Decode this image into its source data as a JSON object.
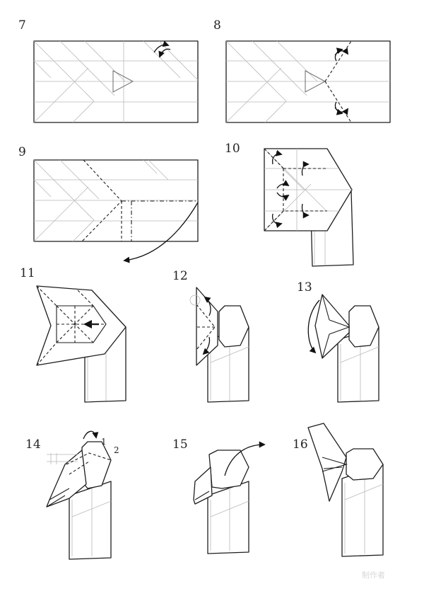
{
  "steps": [
    "7",
    "8",
    "9",
    "10",
    "11",
    "12",
    "13",
    "14",
    "15",
    "16"
  ],
  "step14_sublabels": [
    "1",
    "2"
  ],
  "watermark": "制作者",
  "colors": {
    "line": "#1e1e1e",
    "crease": "#b9b9b9",
    "background": "#ffffff"
  }
}
